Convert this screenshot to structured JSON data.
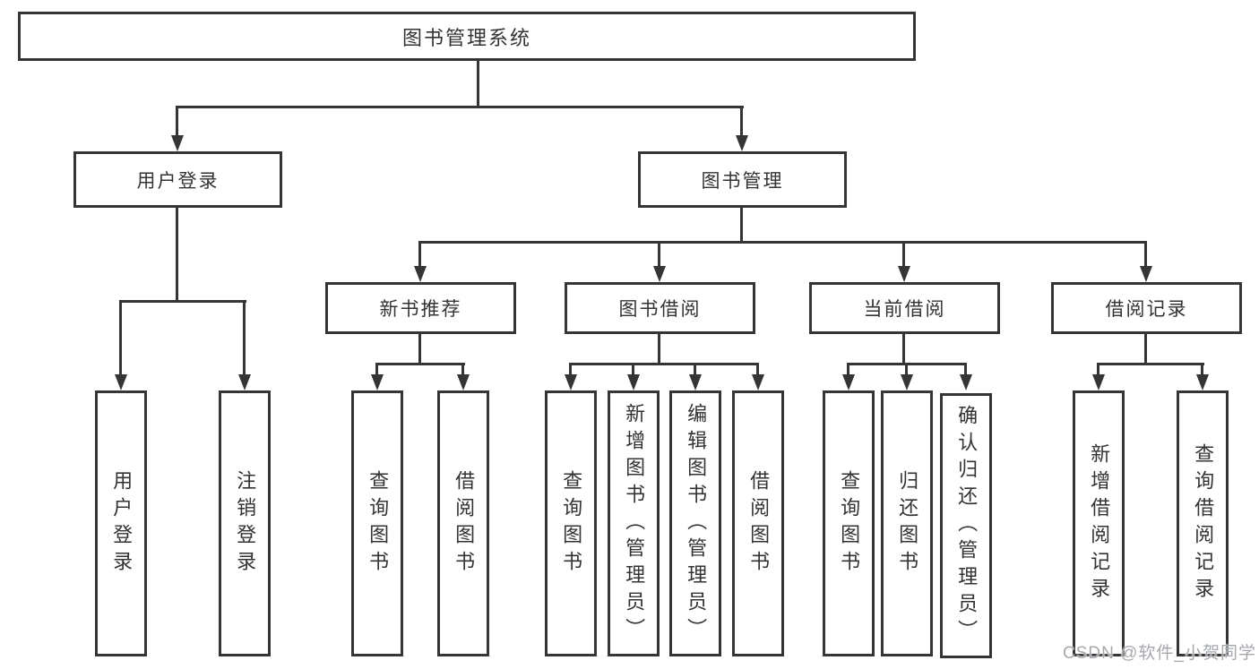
{
  "tree": {
    "root": {
      "label": "图书管理系统",
      "children": [
        {
          "label": "用户登录",
          "children": [
            {
              "label": "用户登录"
            },
            {
              "label": "注销登录"
            }
          ]
        },
        {
          "label": "图书管理",
          "children": [
            {
              "label": "新书推荐",
              "children": [
                {
                  "label": "查询图书"
                },
                {
                  "label": "借阅图书"
                }
              ]
            },
            {
              "label": "图书借阅",
              "children": [
                {
                  "label": "查询图书"
                },
                {
                  "label": "新增图书（管理员）"
                },
                {
                  "label": "编辑图书（管理员）"
                },
                {
                  "label": "借阅图书"
                }
              ]
            },
            {
              "label": "当前借阅",
              "children": [
                {
                  "label": "查询图书"
                },
                {
                  "label": "归还图书"
                },
                {
                  "label": "确认归还（管理员）"
                }
              ]
            },
            {
              "label": "借阅记录",
              "children": [
                {
                  "label": "新增借阅记录"
                },
                {
                  "label": "查询借阅记录"
                }
              ]
            }
          ]
        }
      ]
    }
  },
  "watermark": {
    "text": "CSDN @软件_小贺同学"
  },
  "colors": {
    "line": "#353535",
    "text": "#333333",
    "background": "#ffffff",
    "watermark": "#a0a3a8"
  }
}
